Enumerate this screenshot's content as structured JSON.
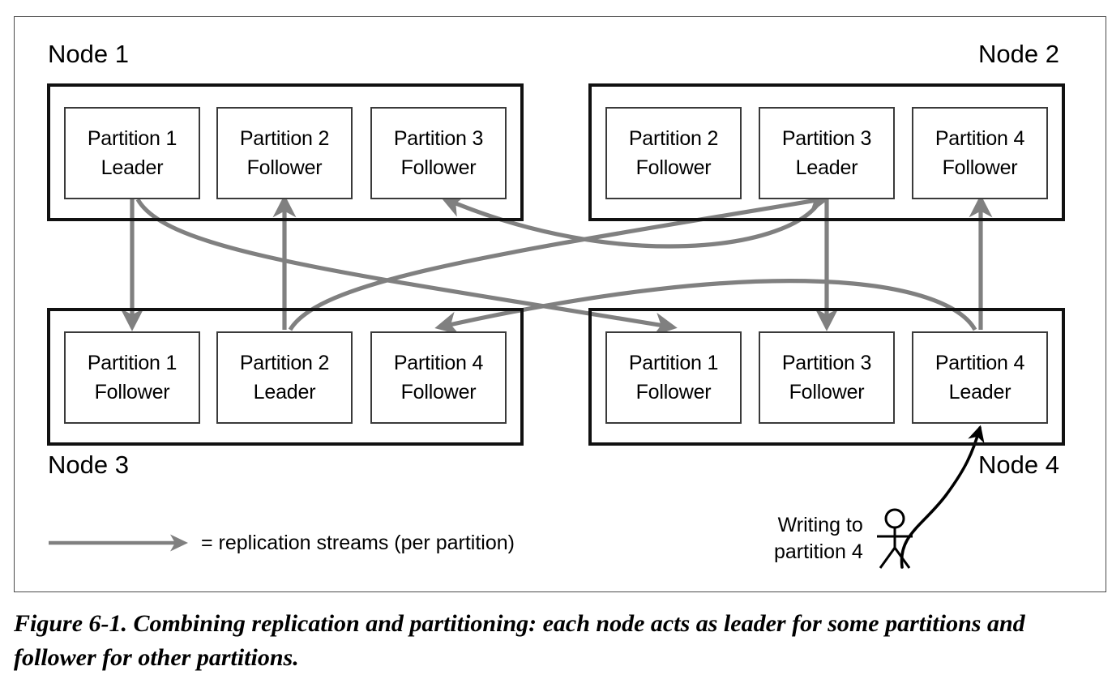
{
  "figure": {
    "caption": "Figure 6-1. Combining replication and partitioning: each node acts as leader for some partitions and follower for other partitions."
  },
  "colors": {
    "arrow_gray": "#808080",
    "node_border": "#111111",
    "partition_border": "#3a3a3a",
    "frame_border": "#4a4a4a",
    "text": "#000000",
    "writer_line": "#000000"
  },
  "nodes": [
    {
      "id": "node-1",
      "label": "Node 1",
      "label_position": "top-left",
      "partitions": [
        {
          "name": "Partition 1",
          "role": "Leader"
        },
        {
          "name": "Partition 2",
          "role": "Follower"
        },
        {
          "name": "Partition 3",
          "role": "Follower"
        }
      ]
    },
    {
      "id": "node-2",
      "label": "Node 2",
      "label_position": "top-right",
      "partitions": [
        {
          "name": "Partition 2",
          "role": "Follower"
        },
        {
          "name": "Partition 3",
          "role": "Leader"
        },
        {
          "name": "Partition 4",
          "role": "Follower"
        }
      ]
    },
    {
      "id": "node-3",
      "label": "Node 3",
      "label_position": "bottom-left",
      "partitions": [
        {
          "name": "Partition 1",
          "role": "Follower"
        },
        {
          "name": "Partition 2",
          "role": "Leader"
        },
        {
          "name": "Partition 4",
          "role": "Follower"
        }
      ]
    },
    {
      "id": "node-4",
      "label": "Node 4",
      "label_position": "bottom-right",
      "partitions": [
        {
          "name": "Partition 1",
          "role": "Follower"
        },
        {
          "name": "Partition 3",
          "role": "Follower"
        },
        {
          "name": "Partition 4",
          "role": "Leader"
        }
      ]
    }
  ],
  "legend": {
    "symbol": "arrow-right-gray",
    "text": "= replication streams (per partition)"
  },
  "writer": {
    "line1": "Writing to",
    "line2": "partition 4",
    "icon": "stick-figure-person-icon",
    "points_to": "node-4 / Partition 4 Leader"
  },
  "replication_streams": [
    {
      "from": "node-1 Partition 1 Leader",
      "to": "node-3 Partition 1 Follower",
      "shape": "straight-down"
    },
    {
      "from": "node-1 Partition 1 Leader",
      "to": "node-4 Partition 1 Follower",
      "shape": "curve-right-down"
    },
    {
      "from": "node-3 Partition 2 Leader",
      "to": "node-1 Partition 2 Follower",
      "shape": "straight-up"
    },
    {
      "from": "node-3 Partition 2 Leader",
      "to": "node-2 Partition 2 Follower",
      "shape": "curve-right-up"
    },
    {
      "from": "node-2 Partition 3 Leader",
      "to": "node-4 Partition 3 Follower",
      "shape": "straight-down"
    },
    {
      "from": "node-2 Partition 3 Leader",
      "to": "node-1 Partition 3 Follower",
      "shape": "curve-left-up"
    },
    {
      "from": "node-4 Partition 4 Leader",
      "to": "node-2 Partition 4 Follower",
      "shape": "straight-up"
    },
    {
      "from": "node-4 Partition 4 Leader",
      "to": "node-3 Partition 4 Follower",
      "shape": "curve-left-down"
    }
  ]
}
